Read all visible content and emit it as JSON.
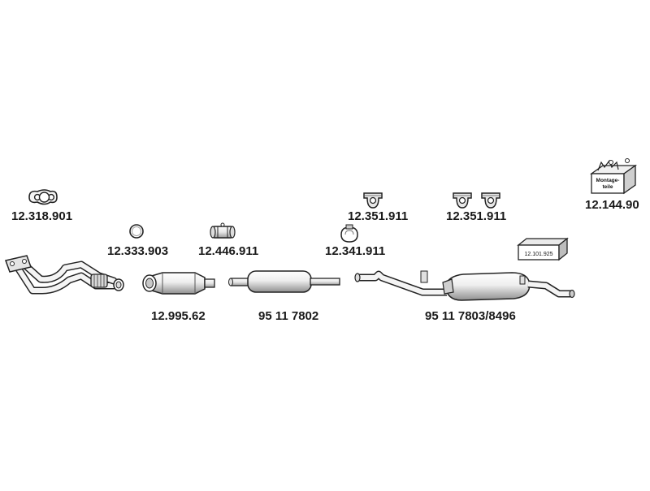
{
  "parts": {
    "flange_gasket": "12.318.901",
    "ring_gasket": "12.333.903",
    "pipe_clamp": "12.446.911",
    "rubber_hanger_front": "12.351.911",
    "rubber_hanger_rear": "12.351.911",
    "clamp_small": "12.341.911",
    "mounting_kit": "12.144.90",
    "catalytic_converter": "12.995.62",
    "front_silencer": "95 11 7802",
    "rear_silencer": "95 11 7803/8496"
  },
  "kit_box_label": "12.101.925",
  "mounting_box_text": [
    "Montage-",
    "teile"
  ],
  "colors": {
    "line": "#222222",
    "fill_light": "#f2f2f2",
    "fill_mid": "#cfcfcf",
    "fill_dark": "#7a7a7a",
    "text": "#1a1a1a"
  }
}
